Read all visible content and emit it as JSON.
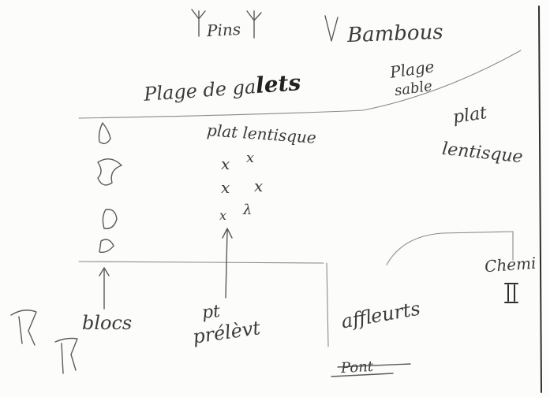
{
  "labels": {
    "pins": "Pins",
    "bambous": "Bambous",
    "plage_sable_1": "Plage",
    "plage_sable_2": "sable",
    "plage_galets_prefix": "Plage de ga",
    "plage_galets_suffix": "lets",
    "plat_lentisque_center": "plat lentisque",
    "plat_lentisque_right_1": "plat",
    "plat_lentisque_right_2": "lentisque",
    "cheminee": "Chemi",
    "blocs": "blocs",
    "prelevement_1": "pt",
    "prelevement_2": "prélèvt",
    "affleurements": "affleurts",
    "pont": "Pont"
  },
  "markers": {
    "cross": "x",
    "lambda": "λ"
  },
  "colors": {
    "paper": "#fcfcfa",
    "ink": "#3b3b3b"
  }
}
